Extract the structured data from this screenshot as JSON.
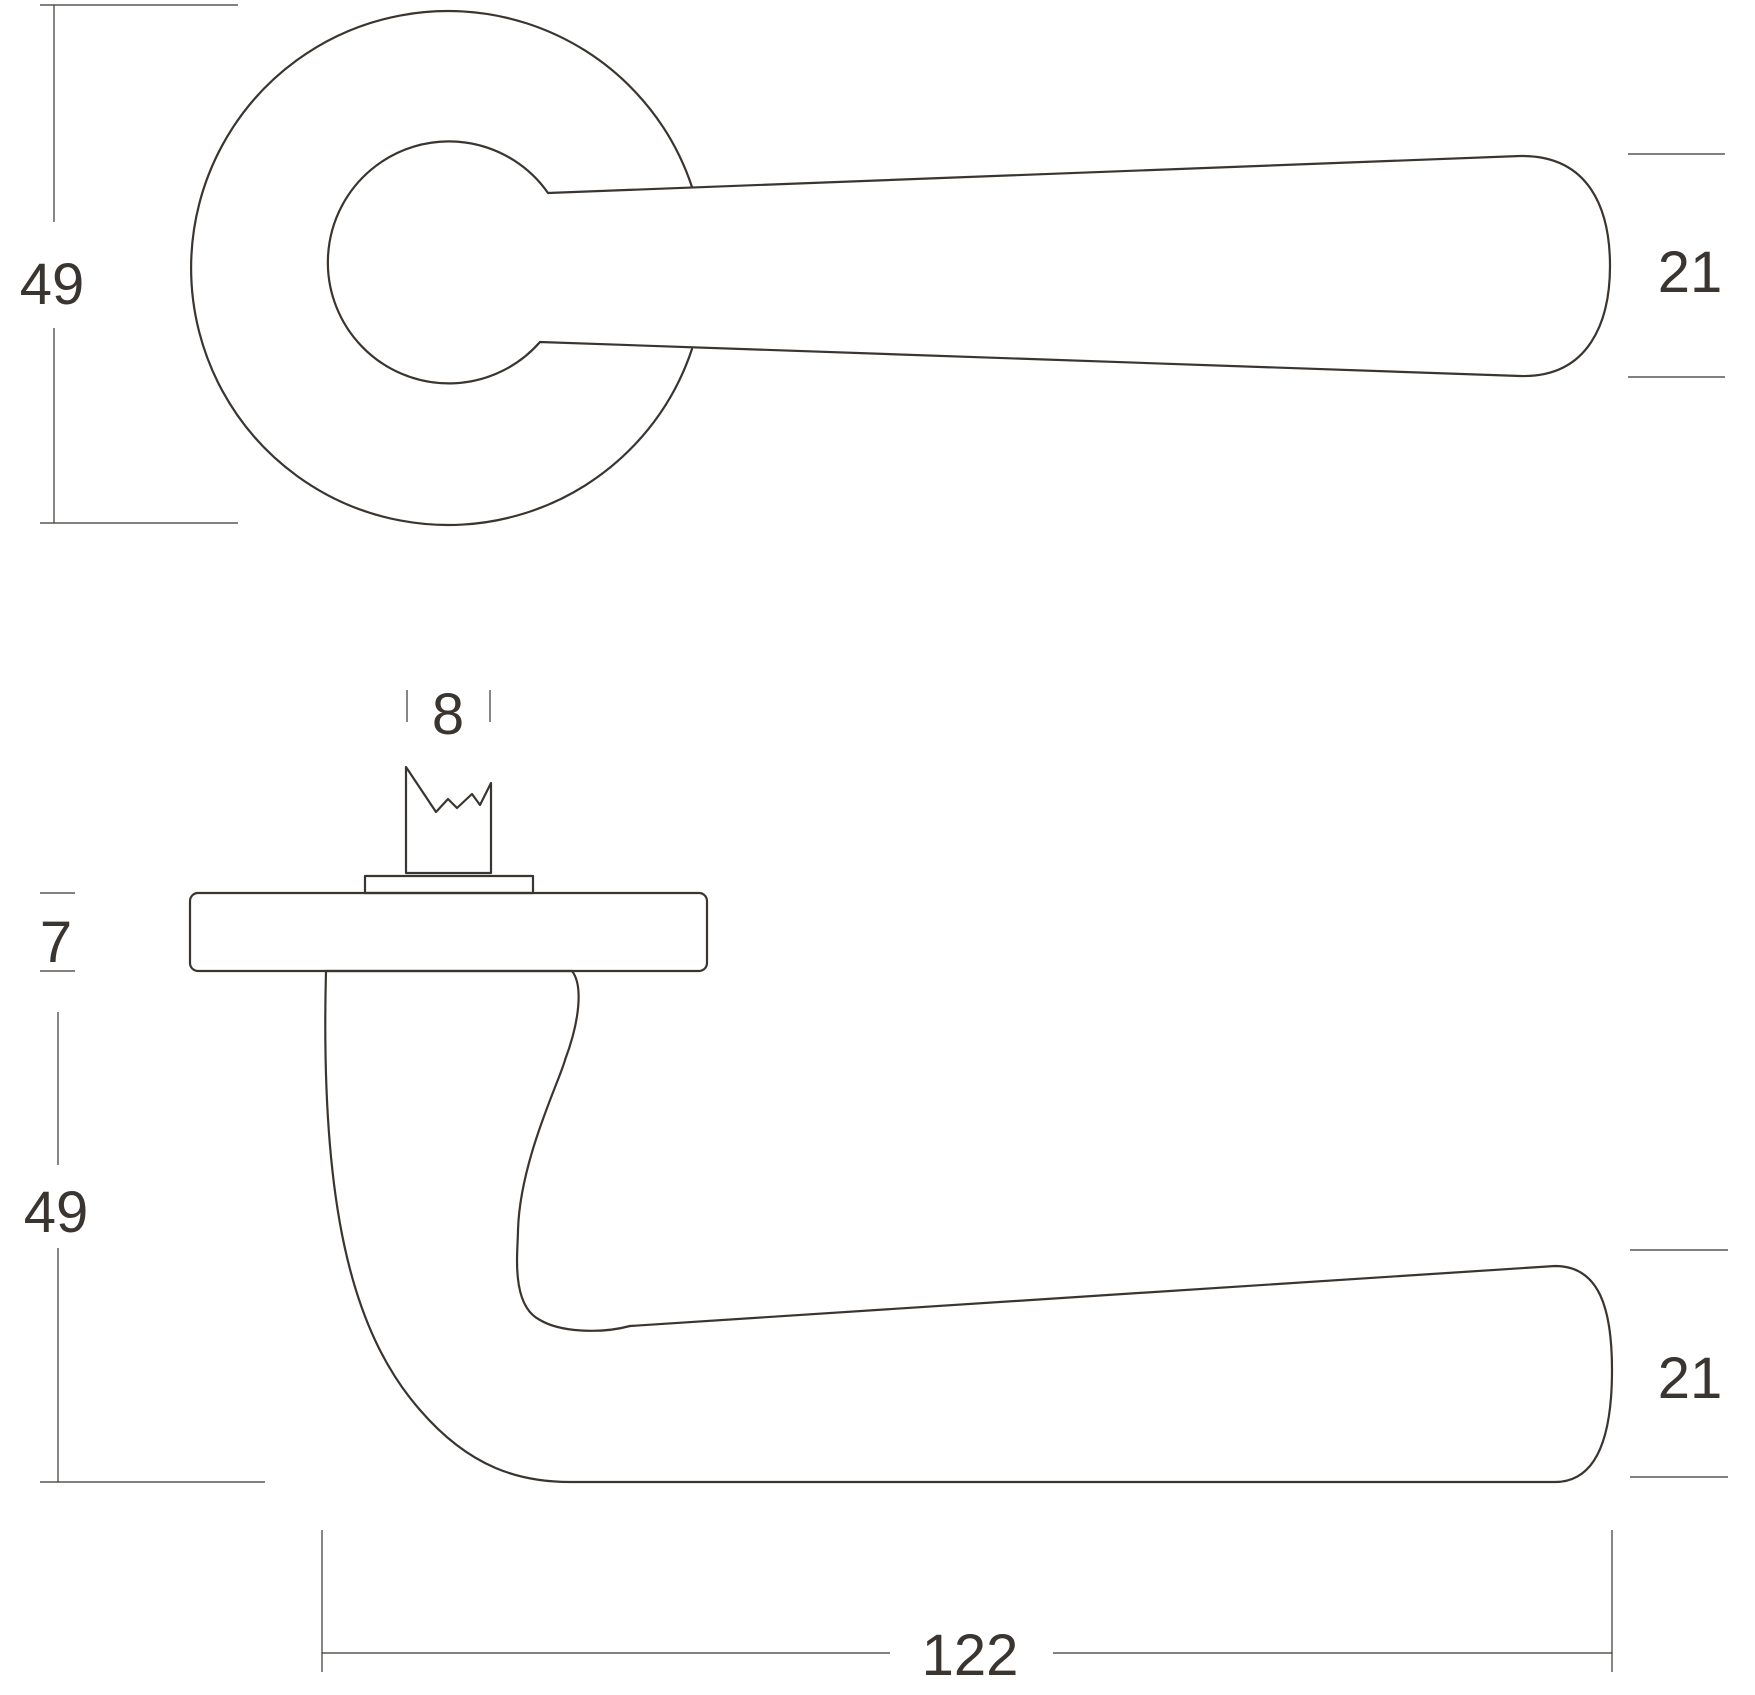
{
  "colors": {
    "line": "#3a3530",
    "background": "#ffffff"
  },
  "dimensions": {
    "top_rose_diameter": "49",
    "top_handle_height": "21",
    "spindle_width": "8",
    "rose_thickness": "7",
    "side_height": "49",
    "side_handle_height": "21",
    "handle_length": "122"
  }
}
